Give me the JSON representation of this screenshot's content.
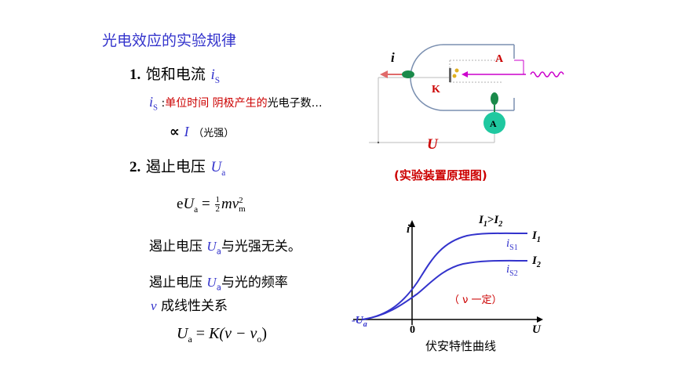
{
  "title": "光电效应的实验规律",
  "section1": {
    "number": "1.",
    "heading": "饱和电流",
    "symbol_i": "i",
    "symbol_sub": "S",
    "def_symbol": "i",
    "def_sub": "S",
    "def_colon": " :",
    "def_text_red": "单位时间 阴极产生的",
    "def_text_black": "光电子数…",
    "propto": "∝",
    "propto_var": "I",
    "propto_note": "（光强）"
  },
  "section2": {
    "number": "2.",
    "heading": "遏止电压",
    "symbol_u": "U",
    "symbol_sub": "a",
    "eq1": {
      "e": "e",
      "U": "U",
      "a": "a",
      "eq": " = ",
      "num": "1",
      "den": "2",
      "m": "m",
      "v": "v",
      "sup": "2",
      "sub": "m"
    },
    "stmt1_pre": "遏止电压 ",
    "stmt1_U": "U",
    "stmt1_sub": "a",
    "stmt1_post": "与光强无关。",
    "stmt2_pre": "遏止电压 ",
    "stmt2_U": "U",
    "stmt2_sub": "a",
    "stmt2_post": "与光的频率",
    "stmt3_nu": "ν",
    "stmt3_post": " 成线性关系",
    "eq2": {
      "U": "U",
      "a": "a",
      "eq": " = ",
      "K": "K",
      "rest": "(ν − ν",
      "o": "o",
      "close": ")"
    }
  },
  "apparatus": {
    "label_i": "i",
    "label_A_top": "A",
    "label_K": "K",
    "label_A_meter": "A",
    "label_U": "U",
    "caption": "(实验装置原理图)"
  },
  "graph": {
    "caption": "伏安特性曲线",
    "cond_I1": "I",
    "cond_1": "1",
    "cond_gt": ">",
    "cond_I2": "I",
    "cond_2": "2",
    "label_I1": "I",
    "label_I1_sub": "1",
    "label_I2": "I",
    "label_I2_sub": "2",
    "label_iS1": "i",
    "label_iS1_sub": "S1",
    "label_iS2": "i",
    "label_iS2_sub": "S2",
    "axis_y": "i",
    "axis_x": "U",
    "origin": "0",
    "neg_Ua": "-U",
    "neg_Ua_sub": "a",
    "note": "（ ν 一定）"
  },
  "colors": {
    "blue": "#3333cc",
    "red": "#cc0000",
    "green": "#1a8a4a",
    "magenta": "#cc00cc",
    "meter": "#1fc8a0"
  }
}
